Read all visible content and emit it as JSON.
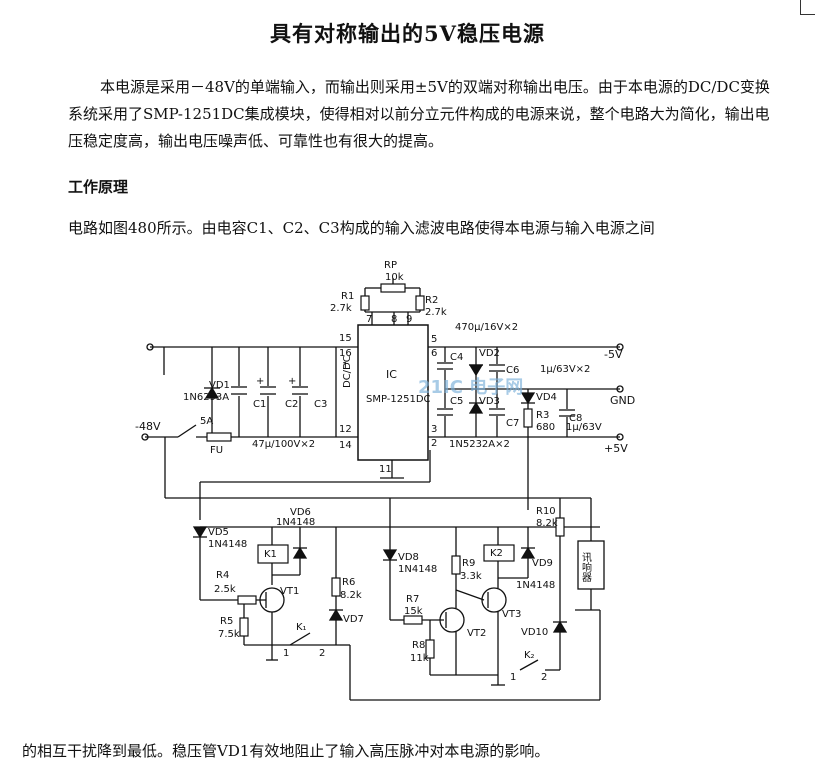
{
  "title": "具有对称输出的5V稳压电源",
  "paragraph1": "本电源是采用－48V的单端输入，而输出则采用±5V的双端对称输出电压。由于本电源的DC/DC变换系统采用了SMP-1251DC集成模块，使得相对以前分立元件构成的电源来说，整个电路大为简化，输出电压稳定度高，输出电压噪声低、可靠性也有很大的提高。",
  "heading": "工作原理",
  "paragraph2": "电路如图480所示。由电容C1、C2、C3构成的输入滤波电路使得本电源与输入电源之间",
  "paragraph3": "的相互干扰降到最低。稳压管VD1有效地阻止了输入高压脉冲对本电源的影响。",
  "watermark": "21IC 电子网",
  "circuit": {
    "labels": {
      "rp": "RP",
      "rp_val": "10k",
      "r1": "R1",
      "r1_val": "2.7k",
      "r2": "R2",
      "r2_val": "2.7k",
      "cap_out": "470μ/16V×2",
      "vd1": "VD1",
      "vd1_part": "1N6293A",
      "c1": "C1",
      "c2": "C2",
      "c3": "C3",
      "fu": "FU",
      "switch": "5A",
      "vin": "-48V",
      "cap_in": "47μ/100V×2",
      "ic": "IC",
      "ic_part": "SMP-1251DC",
      "ic_side": "DC/DC",
      "c4": "C4",
      "c5": "C5",
      "c6": "C6",
      "c7": "C7",
      "c8": "C8",
      "vd2": "VD2",
      "vd3": "VD3",
      "vd4": "VD4",
      "zener_part": "1N5232A×2",
      "cap_6": "1μ/63V×2",
      "r3": "R3",
      "r3_val": "680",
      "c8_val": "1μ/63V",
      "out_neg": "-5V",
      "out_gnd": "GND",
      "out_pos": "+5V",
      "vd5": "VD5",
      "vd5_part": "1N4148",
      "vd6": "VD6",
      "vd6_part": "1N4148",
      "k1": "K1",
      "vt1": "VT1",
      "r4": "R4",
      "r4_val": "2.5k",
      "r5": "R5",
      "r5_val": "7.5k",
      "r6": "R6",
      "r6_val": "8.2k",
      "vd7": "VD7",
      "k1_contact": "K₁",
      "vd8": "VD8",
      "vd8_part": "1N4148",
      "r9": "R9",
      "r9_val": "3.3k",
      "k2": "K2",
      "vd9": "VD9",
      "vd9_part": "1N4148",
      "r10": "R10",
      "r10_val": "8.2k",
      "alarm": "讯响器",
      "r7": "R7",
      "r7_val": "15k",
      "r8": "R8",
      "r8_val": "11k",
      "vt2": "VT2",
      "vt3": "VT3",
      "vd10": "VD10",
      "k2_contact": "K₂",
      "pin15": "15",
      "pin16": "16",
      "pin1": "1",
      "pin12": "12",
      "pin14": "14",
      "pin11": "11",
      "pin5": "5",
      "pin6": "6",
      "pin3": "3",
      "pin2": "2",
      "pin7": "7",
      "pin8": "8",
      "pin9": "9",
      "c1_1": "1",
      "c1_2": "2",
      "c2_1": "1",
      "c2_2": "2"
    }
  }
}
